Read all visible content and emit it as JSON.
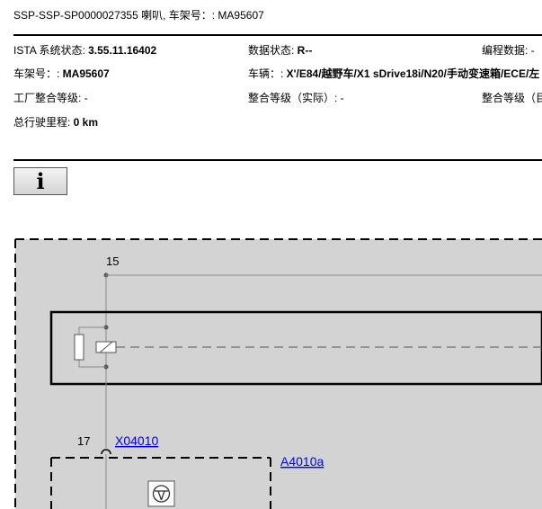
{
  "header": {
    "title": "SSP-SSP-SP0000027355 喇叭, 车架号：: MA95607"
  },
  "vehicle_info": {
    "ista_label": "ISTA 系统状态: ",
    "ista_value": "3.55.11.16402",
    "data_status_label": "数据状态: ",
    "data_status_value": "R--",
    "programming_label": "编程数据: -",
    "vin_label": "车架号：: ",
    "vin_value": "MA95607",
    "vehicle_label": "车辆：: ",
    "vehicle_value": "X'/E84/越野车/X1 sDrive18i/N20/手动变速箱/ECE/左",
    "factory_level_label": "工厂整合等级: -",
    "integration_actual_label": "整合等级（实际）: -",
    "integration_target_label": "整合等级（目",
    "mileage_label": "总行驶里程: ",
    "mileage_value": "0 km"
  },
  "info_button": {
    "glyph": "i",
    "icon": "info-icon"
  },
  "diagram": {
    "terminal_15": "15",
    "terminal_17": "17",
    "connector_link": "X04010",
    "component_link": "A4010a",
    "colors": {
      "background": "#d3d3d3",
      "link": "#0000ee",
      "line": "#000000",
      "wire": "#888888"
    }
  }
}
